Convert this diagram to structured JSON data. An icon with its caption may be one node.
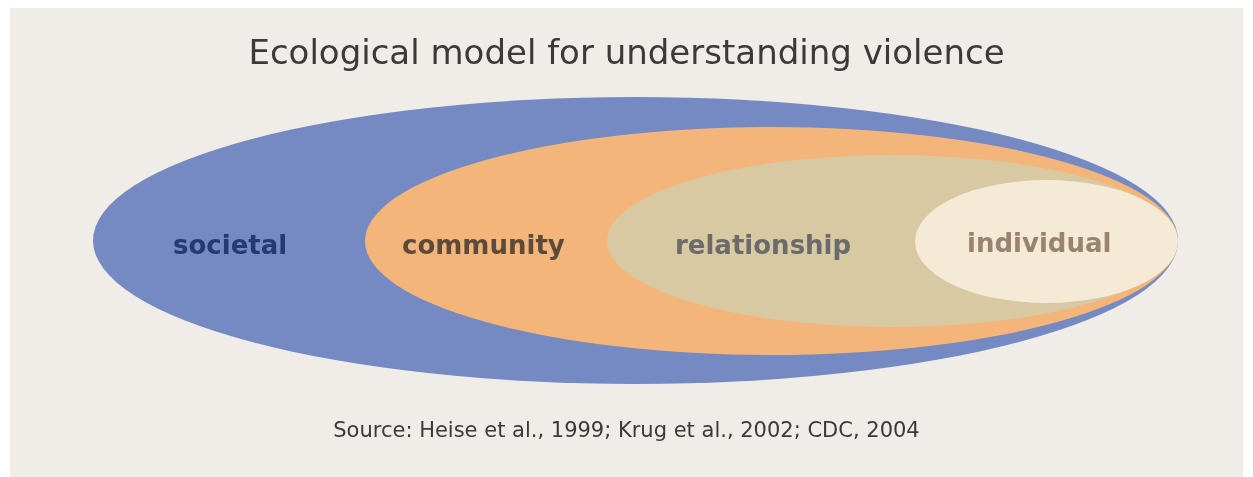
{
  "diagram": {
    "title": "Ecological model for understanding violence",
    "caption": "Source: Heise et al., 1999; Krug et al., 2002; CDC, 2004",
    "nodes": [
      {
        "text": [
          "societal"
        ]
      },
      {
        "text": [
          "community"
        ],
        "in": 0
      },
      {
        "text": [
          "relationship"
        ],
        "in": 1
      },
      {
        "text": [
          "individual"
        ],
        "in": 2
      }
    ]
  }
}
